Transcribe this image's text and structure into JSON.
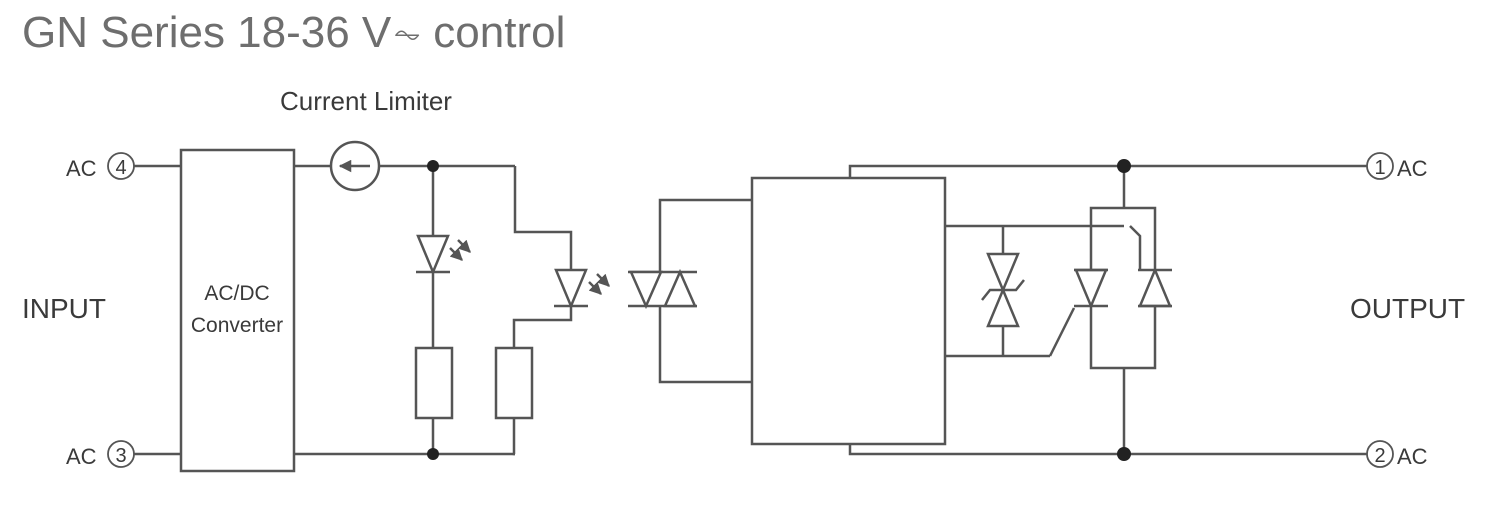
{
  "title": {
    "main": "GN Series 18-36 V",
    "acdc_symbol": "⏦",
    "suffix": " control"
  },
  "labels": {
    "current_limiter": "Current Limiter",
    "input": "INPUT",
    "output": "OUTPUT",
    "converter_line1": "AC/DC",
    "converter_line2": "Converter"
  },
  "terminals": {
    "in_top": {
      "type": "AC",
      "number": "4"
    },
    "in_bottom": {
      "type": "AC",
      "number": "3"
    },
    "out_top": {
      "type": "AC",
      "number": "1"
    },
    "out_bottom": {
      "type": "AC",
      "number": "2"
    }
  }
}
